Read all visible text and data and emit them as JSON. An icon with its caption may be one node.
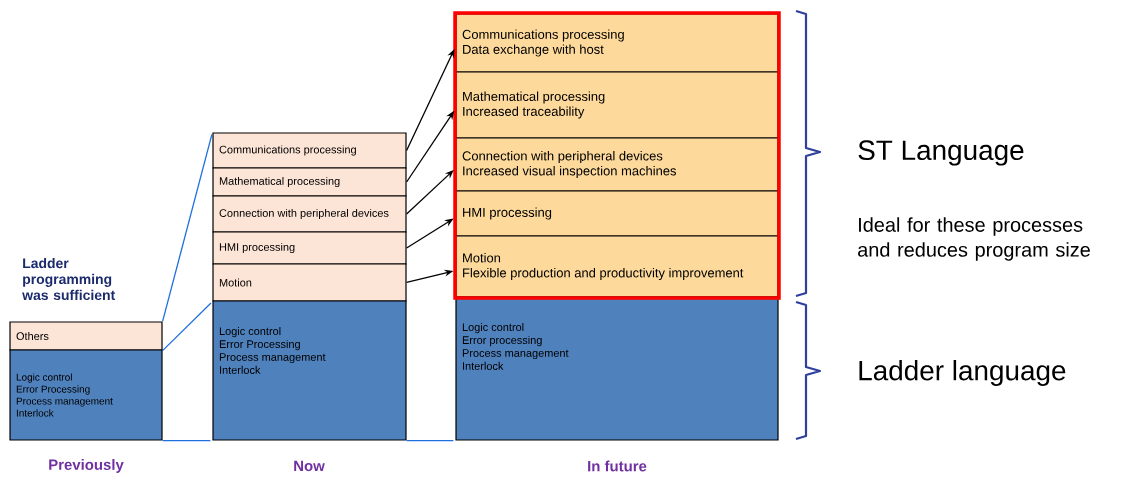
{
  "diagram": {
    "nodes": [
      {
        "text": [
          "Others"
        ]
      },
      {
        "text": [
          "Logic control",
          "Error Processing",
          "Process management",
          "Interlock"
        ]
      },
      {
        "text": [
          "Communications processing"
        ]
      },
      {
        "text": [
          "Mathematical processing"
        ]
      },
      {
        "text": [
          "Connection with peripheral devices"
        ]
      },
      {
        "text": [
          "HMI processing"
        ]
      },
      {
        "text": [
          "Motion"
        ]
      },
      {
        "text": [
          "Logic control",
          "Error Processing",
          "Process management",
          "Interlock"
        ]
      },
      {
        "text": [
          "Communications processing",
          "Data exchange with host"
        ]
      },
      {
        "text": [
          "Mathematical processing",
          "Increased traceability"
        ]
      },
      {
        "text": [
          "Connection with peripheral devices",
          "Increased visual inspection machines"
        ]
      },
      {
        "text": [
          "HMI processing"
        ]
      },
      {
        "text": [
          "Motion",
          "Flexible production and productivity improvement"
        ]
      },
      {
        "text": [
          "Logic control",
          "Error processing",
          "Process management",
          "Interlock"
        ]
      }
    ],
    "edges": [
      {
        "from": 0,
        "to": 2,
        "arrow": "none",
        "color": "#1f6fe0"
      },
      {
        "from": 0,
        "to": 6,
        "arrow": "none",
        "color": "#1f6fe0"
      },
      {
        "from": 1,
        "to": 7,
        "arrow": "none",
        "color": "#1f6fe0"
      },
      {
        "from": 7,
        "to": 13,
        "arrow": "none",
        "color": "#1f6fe0"
      },
      {
        "from": 2,
        "to": 8,
        "arrow": "to"
      },
      {
        "from": 3,
        "to": 9,
        "arrow": "to"
      },
      {
        "from": 4,
        "to": 10,
        "arrow": "to"
      },
      {
        "from": 5,
        "to": 11,
        "arrow": "to"
      },
      {
        "from": 6,
        "to": 12,
        "arrow": "to"
      }
    ],
    "labels": [
      "Ladder programming was sufficient",
      "ST Language",
      "Ideal for these processes and reduces program size",
      "Ladder language",
      "Previously",
      "Now",
      "In future"
    ]
  }
}
